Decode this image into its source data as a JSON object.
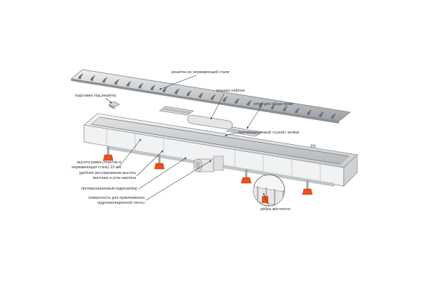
{
  "labels": {
    "grate": "решётка из нержавеющей стали",
    "grate_support": "подставка под решётку",
    "siphon_cover": "крышка сифона",
    "debris_mesh": "сетка для сбора грязи",
    "dry_trap": "противозапаховый «сухой» затвор",
    "frame_height_line1": "высота рамки (пластик и",
    "frame_height_line2": "нержавеющая сталь) 15 мм",
    "height_adjust_line1": "удобное регулирование высоты",
    "height_adjust_line2": "монтажа и угла наклона",
    "water_trap": "противозапаховый гидрозатвор",
    "surface_line1": "поверхность для приклеивания",
    "surface_line2": "гидроизоляционной ленты",
    "ribs": "рёбра жёсткости"
  },
  "colors": {
    "steel": "#c9cbcd",
    "steel_dark": "#8e9194",
    "plastic": "#e7e8e9",
    "orange": "#e8501e",
    "leader": "#333333"
  }
}
